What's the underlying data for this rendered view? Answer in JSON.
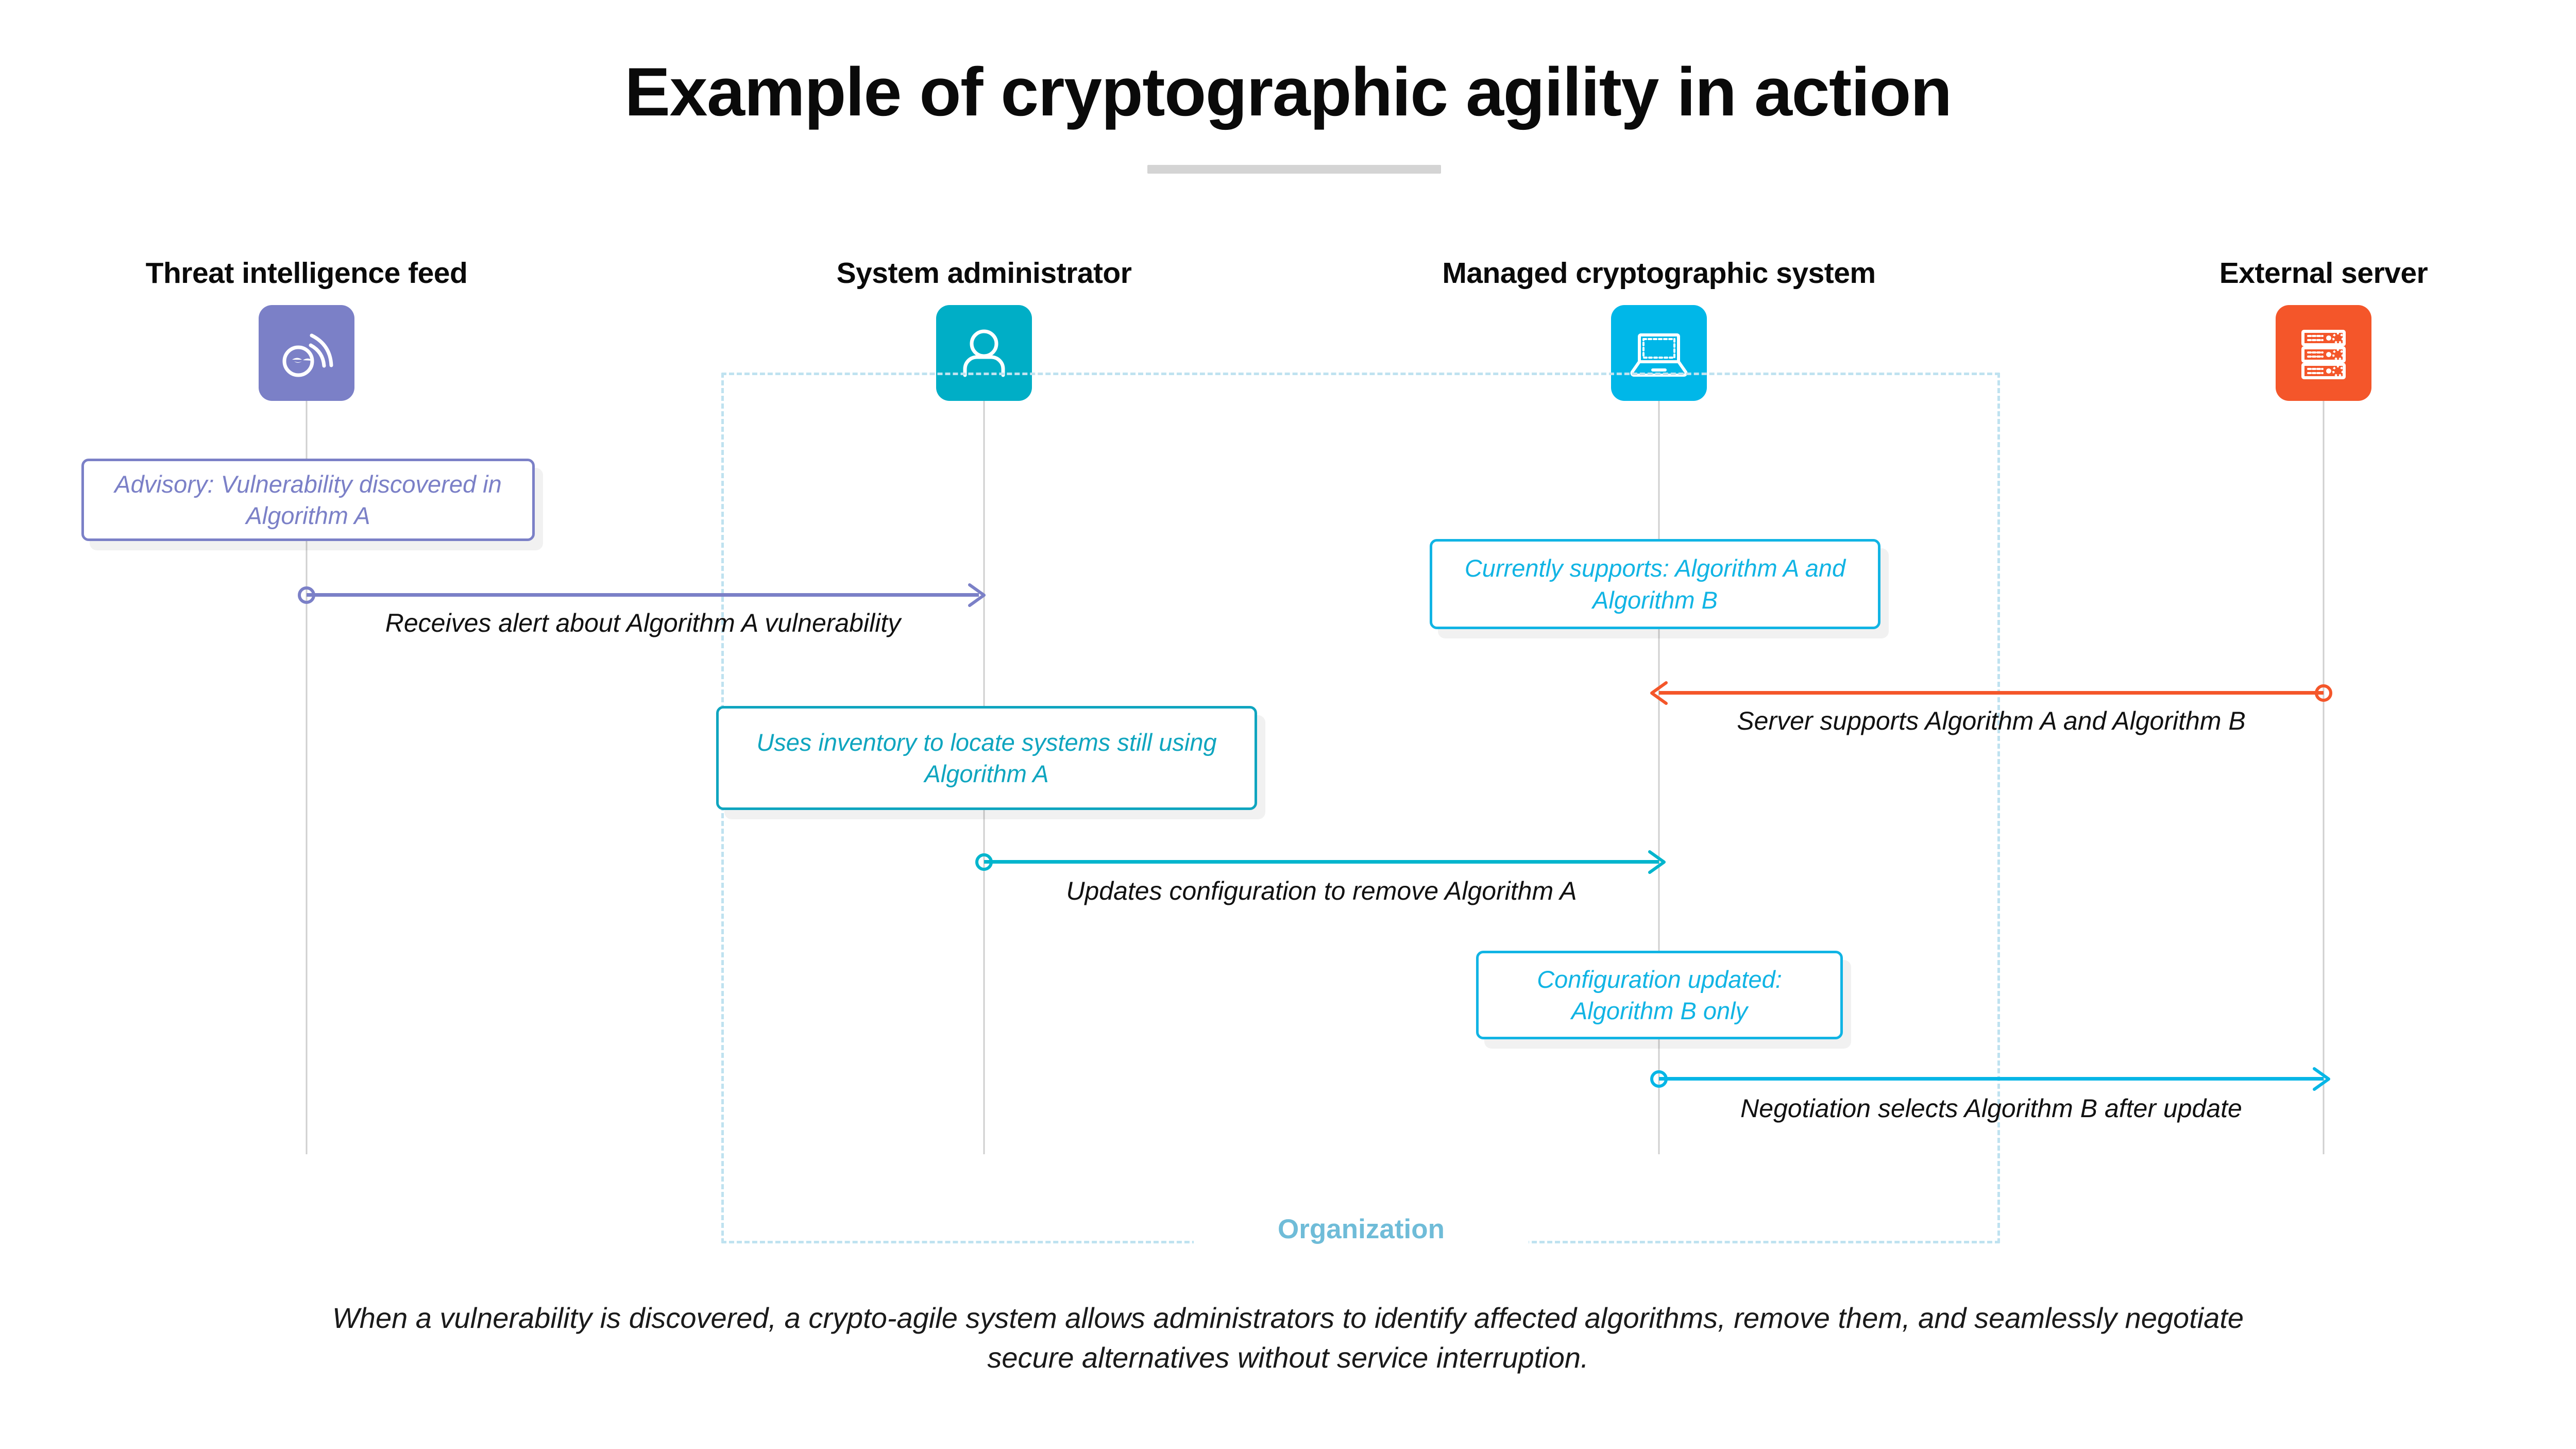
{
  "title": "Example of cryptographic agility in action",
  "caption": "When a vulnerability is discovered, a crypto-agile system allows administrators to identify affected algorithms, remove them, and seamlessly negotiate secure alternatives without service interruption.",
  "boundary": {
    "label": "Organization",
    "color": "#6fbcd8",
    "border_color": "#bfe2f0"
  },
  "lanes": [
    {
      "label": "Threat intelligence feed",
      "icon": "threat-radar-icon",
      "color": "#7b80c7"
    },
    {
      "label": "System administrator",
      "icon": "user-person-icon",
      "color": "#00aec6"
    },
    {
      "label": "Managed cryptographic system",
      "icon": "laptop-icon",
      "color": "#00b7e8"
    },
    {
      "label": "External server",
      "icon": "server-rack-icon",
      "color": "#f4562a"
    }
  ],
  "notes": [
    {
      "text": "Advisory: Vulnerability discovered in Algorithm A",
      "color": "#7b80c7"
    },
    {
      "text": "Currently supports: Algorithm A and Algorithm B",
      "color": "#11b4e4"
    },
    {
      "text": "Uses inventory to locate systems still using Algorithm A",
      "color": "#0fa5bf"
    },
    {
      "text": "Configuration updated: Algorithm B only",
      "color": "#11b4e4"
    }
  ],
  "messages": [
    {
      "label": "Receives alert about Algorithm A vulnerability",
      "color": "#7b80c7",
      "direction": "right"
    },
    {
      "label": "Server supports Algorithm A and Algorithm B",
      "color": "#f4562a",
      "direction": "left"
    },
    {
      "label": "Updates configuration to remove Algorithm A",
      "color": "#00b5cd",
      "direction": "right"
    },
    {
      "label": "Negotiation selects Algorithm B after update",
      "color": "#06b6e6",
      "direction": "right"
    }
  ]
}
